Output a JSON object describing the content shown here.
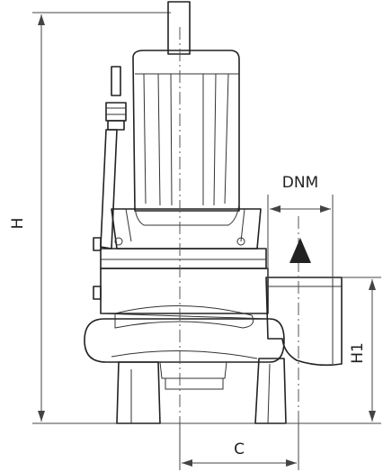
{
  "labels": {
    "height": "H",
    "discharge": "DNM",
    "discharge_height": "H1",
    "offset": "C"
  },
  "colors": {
    "line": "#222222",
    "dimension": "#444444",
    "background": "#ffffff"
  },
  "icons": {
    "flow": "flow-arrow-up-icon"
  }
}
